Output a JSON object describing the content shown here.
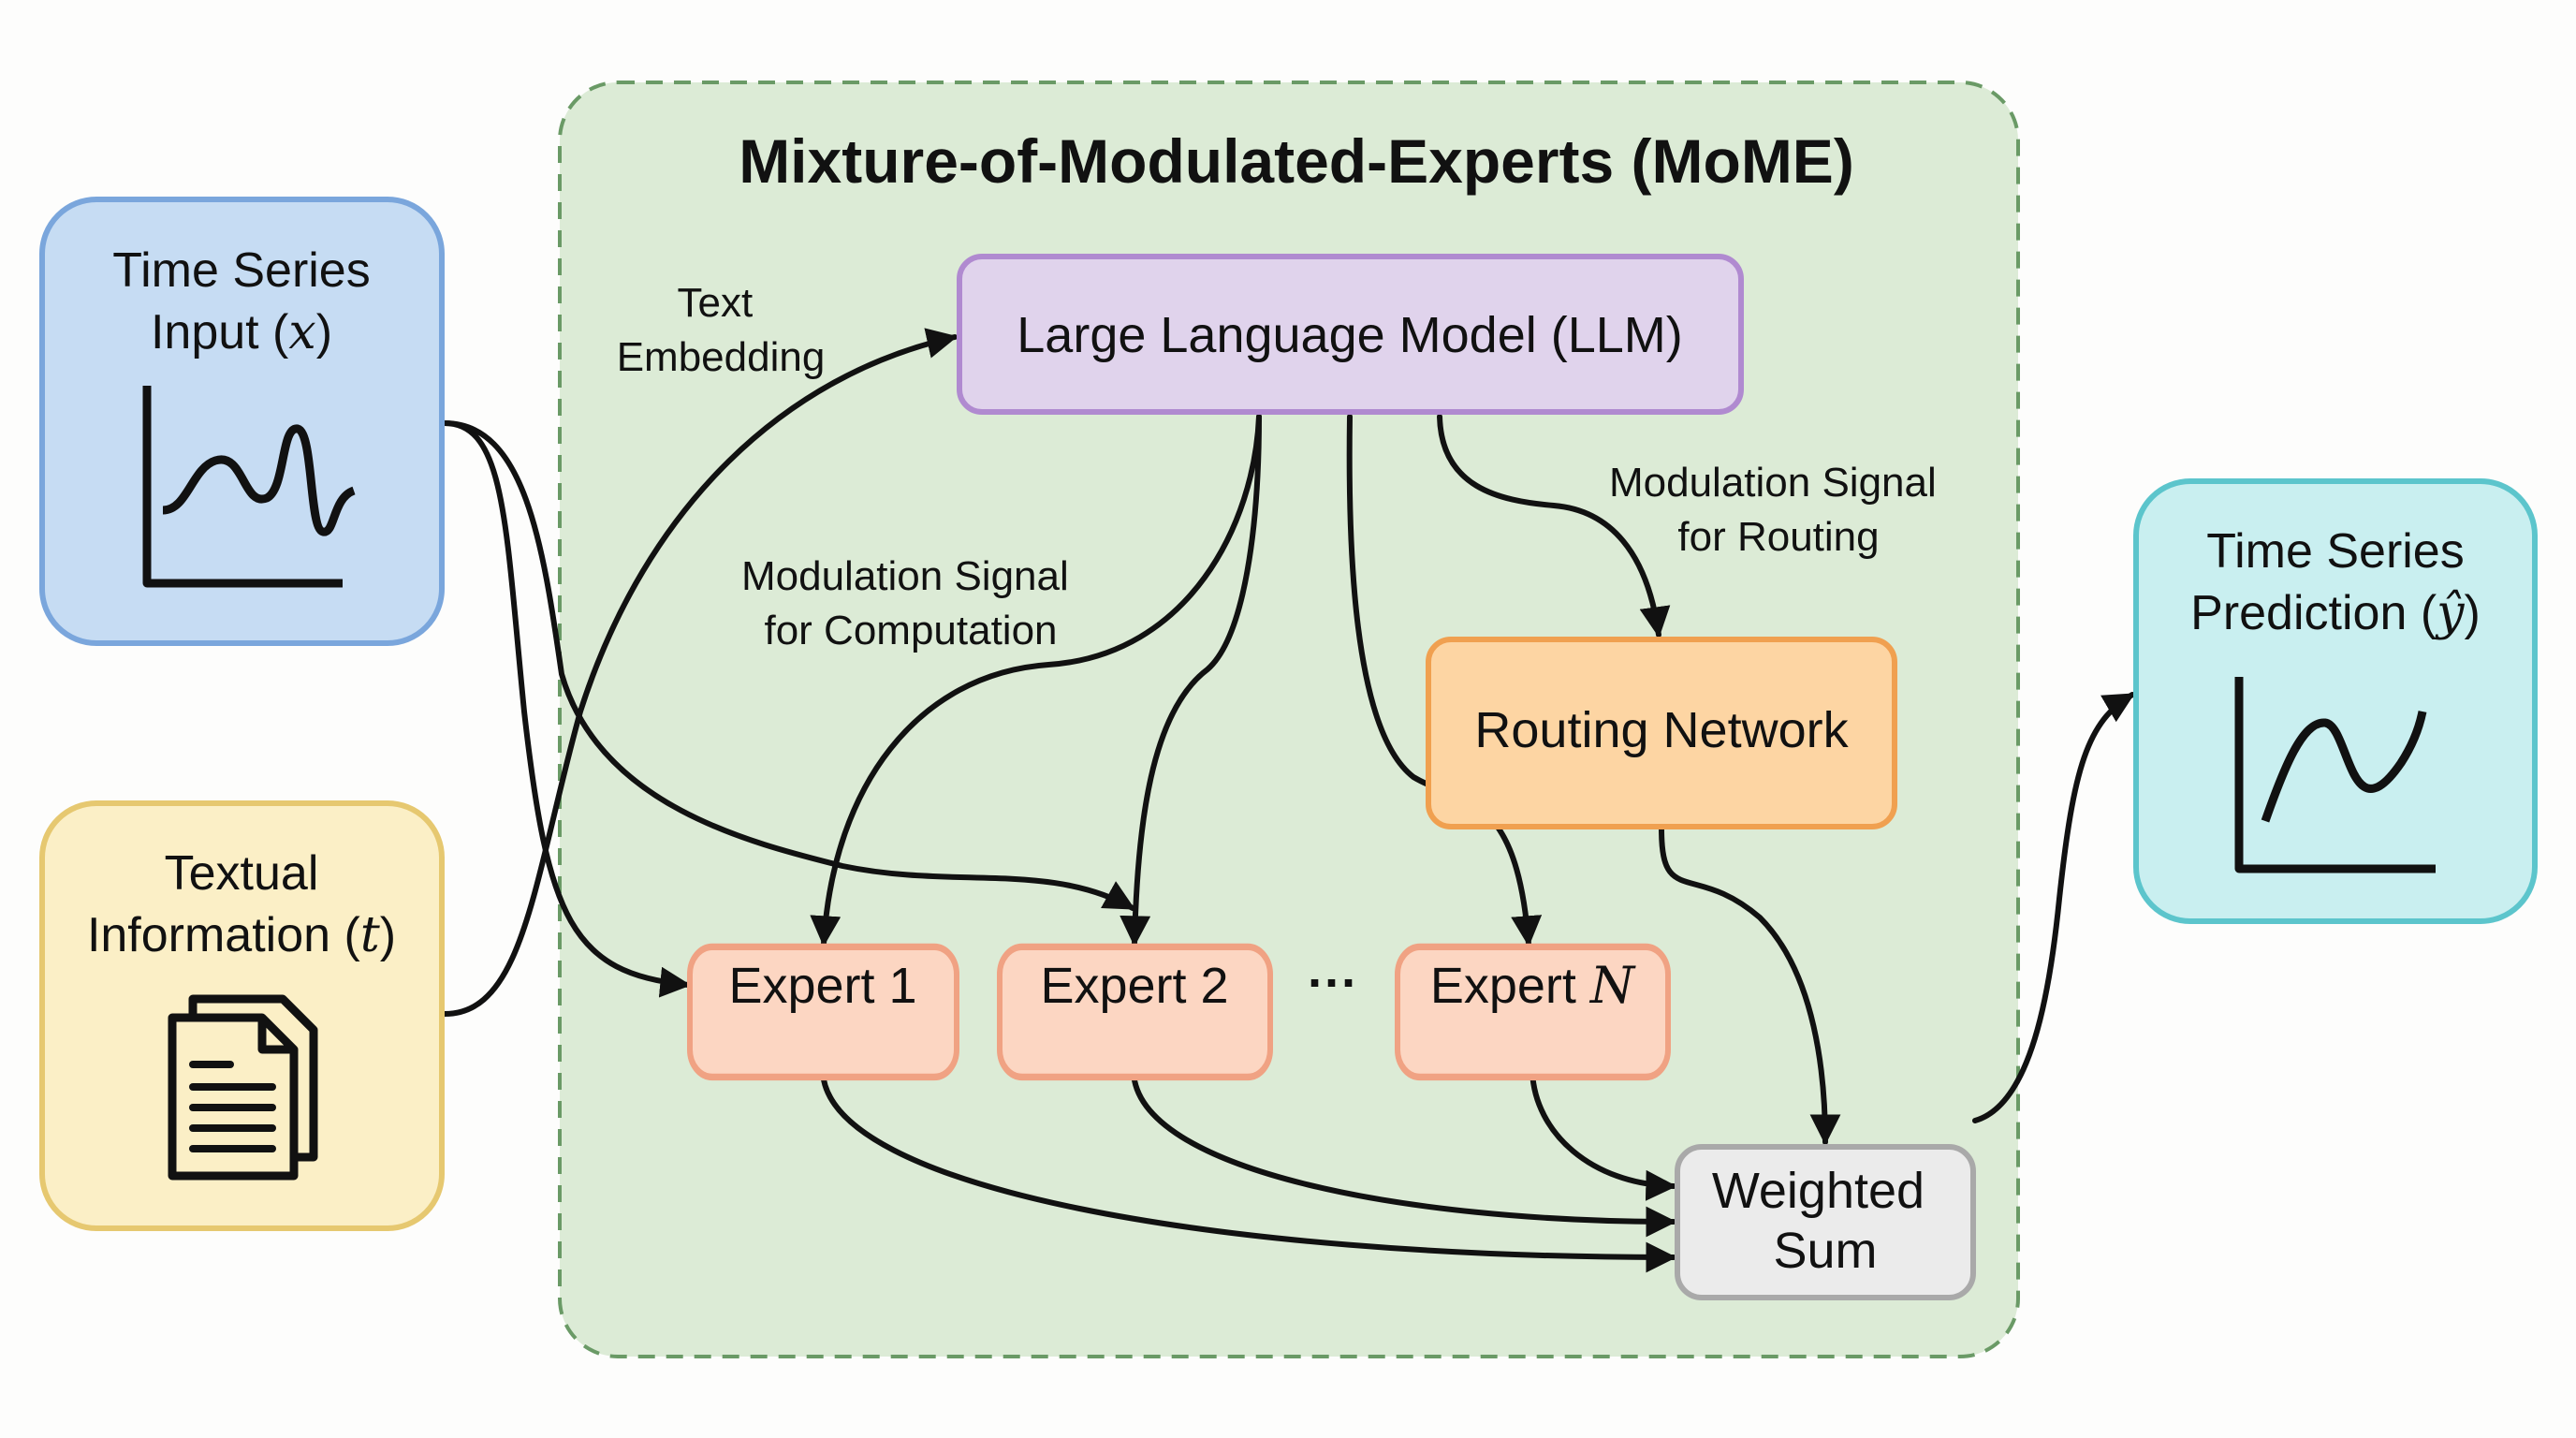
{
  "container": {
    "title": "Mixture-of-Modulated-Experts (MoME)",
    "fill": "#dcebd6",
    "border": "#6a9a66"
  },
  "inputs": {
    "time_series": {
      "line1": "Time Series",
      "line2_text": "Input (",
      "symbol": "x",
      "close": ")",
      "fill": "#c6dcf3",
      "border": "#7aa6dc",
      "icon": "line-chart-icon"
    },
    "textual": {
      "line1": "Textual",
      "line2_text": "Information (",
      "symbol": "t",
      "close": ")",
      "fill": "#fbefc6",
      "border": "#e6c870",
      "icon": "document-icon"
    }
  },
  "llm": {
    "label": "Large Language Model (LLM)",
    "fill": "#e0d3ec",
    "border": "#b08ad0"
  },
  "routing": {
    "label": "Routing Network",
    "fill": "#fdd5a3",
    "border": "#f0a050"
  },
  "experts": {
    "fill": "#fcd6c2",
    "border": "#f0a283",
    "items": [
      {
        "prefix": "Expert ",
        "suffix": "1",
        "italic": false
      },
      {
        "prefix": "Expert ",
        "suffix": "2",
        "italic": false
      },
      {
        "prefix": "Expert ",
        "suffix": "N",
        "italic": true
      }
    ],
    "ellipsis": "···"
  },
  "weighted_sum": {
    "line1": "Weighted",
    "line2": "Sum",
    "fill": "#ebebeb",
    "border": "#a9a9a9"
  },
  "output": {
    "line1": "Time Series",
    "line2_text": "Prediction (",
    "symbol": "ŷ",
    "close": ")",
    "fill": "#c9eff0",
    "border": "#5cc5cc",
    "icon": "line-chart-icon"
  },
  "edge_labels": {
    "text_embedding": [
      "Text",
      "Embedding"
    ],
    "mod_computation": [
      "Modulation Signal",
      "for Computation"
    ],
    "mod_routing": [
      "Modulation Signal",
      "for Routing"
    ]
  }
}
